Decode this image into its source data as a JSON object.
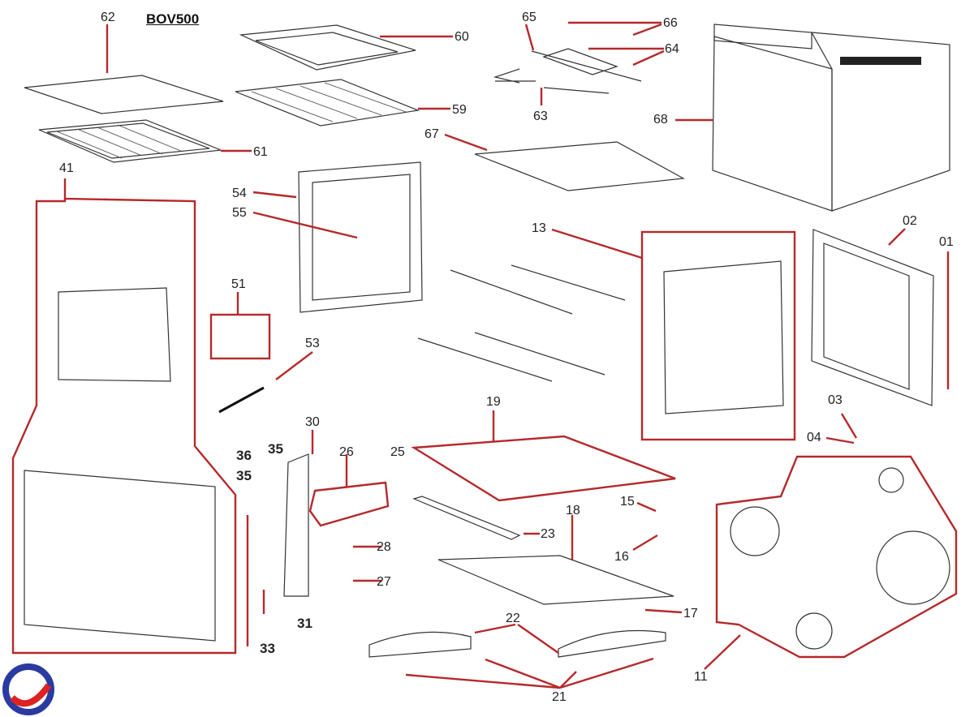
{
  "diagram": {
    "title": "BOV500",
    "type": "exploded-parts-diagram",
    "leader_color": "#b5292b",
    "callouts": [
      {
        "id": "62",
        "label": "62"
      },
      {
        "id": "60",
        "label": "60"
      },
      {
        "id": "65",
        "label": "65"
      },
      {
        "id": "66",
        "label": "66"
      },
      {
        "id": "64",
        "label": "64"
      },
      {
        "id": "59",
        "label": "59"
      },
      {
        "id": "63",
        "label": "63"
      },
      {
        "id": "68",
        "label": "68"
      },
      {
        "id": "61",
        "label": "61"
      },
      {
        "id": "67",
        "label": "67"
      },
      {
        "id": "41",
        "label": "41"
      },
      {
        "id": "54",
        "label": "54"
      },
      {
        "id": "55",
        "label": "55"
      },
      {
        "id": "13",
        "label": "13"
      },
      {
        "id": "02",
        "label": "02"
      },
      {
        "id": "01",
        "label": "01"
      },
      {
        "id": "51",
        "label": "51"
      },
      {
        "id": "53",
        "label": "53"
      },
      {
        "id": "03",
        "label": "03"
      },
      {
        "id": "04",
        "label": "04"
      },
      {
        "id": "30",
        "label": "30"
      },
      {
        "id": "36",
        "label": "36"
      },
      {
        "id": "35a",
        "label": "35"
      },
      {
        "id": "35b",
        "label": "35"
      },
      {
        "id": "26",
        "label": "26"
      },
      {
        "id": "25",
        "label": "25"
      },
      {
        "id": "19",
        "label": "19"
      },
      {
        "id": "15",
        "label": "15"
      },
      {
        "id": "18",
        "label": "18"
      },
      {
        "id": "23",
        "label": "23"
      },
      {
        "id": "28",
        "label": "28"
      },
      {
        "id": "16",
        "label": "16"
      },
      {
        "id": "27",
        "label": "27"
      },
      {
        "id": "17",
        "label": "17"
      },
      {
        "id": "31",
        "label": "31"
      },
      {
        "id": "33",
        "label": "33"
      },
      {
        "id": "22",
        "label": "22"
      },
      {
        "id": "11",
        "label": "11"
      },
      {
        "id": "21",
        "label": "21"
      }
    ]
  }
}
